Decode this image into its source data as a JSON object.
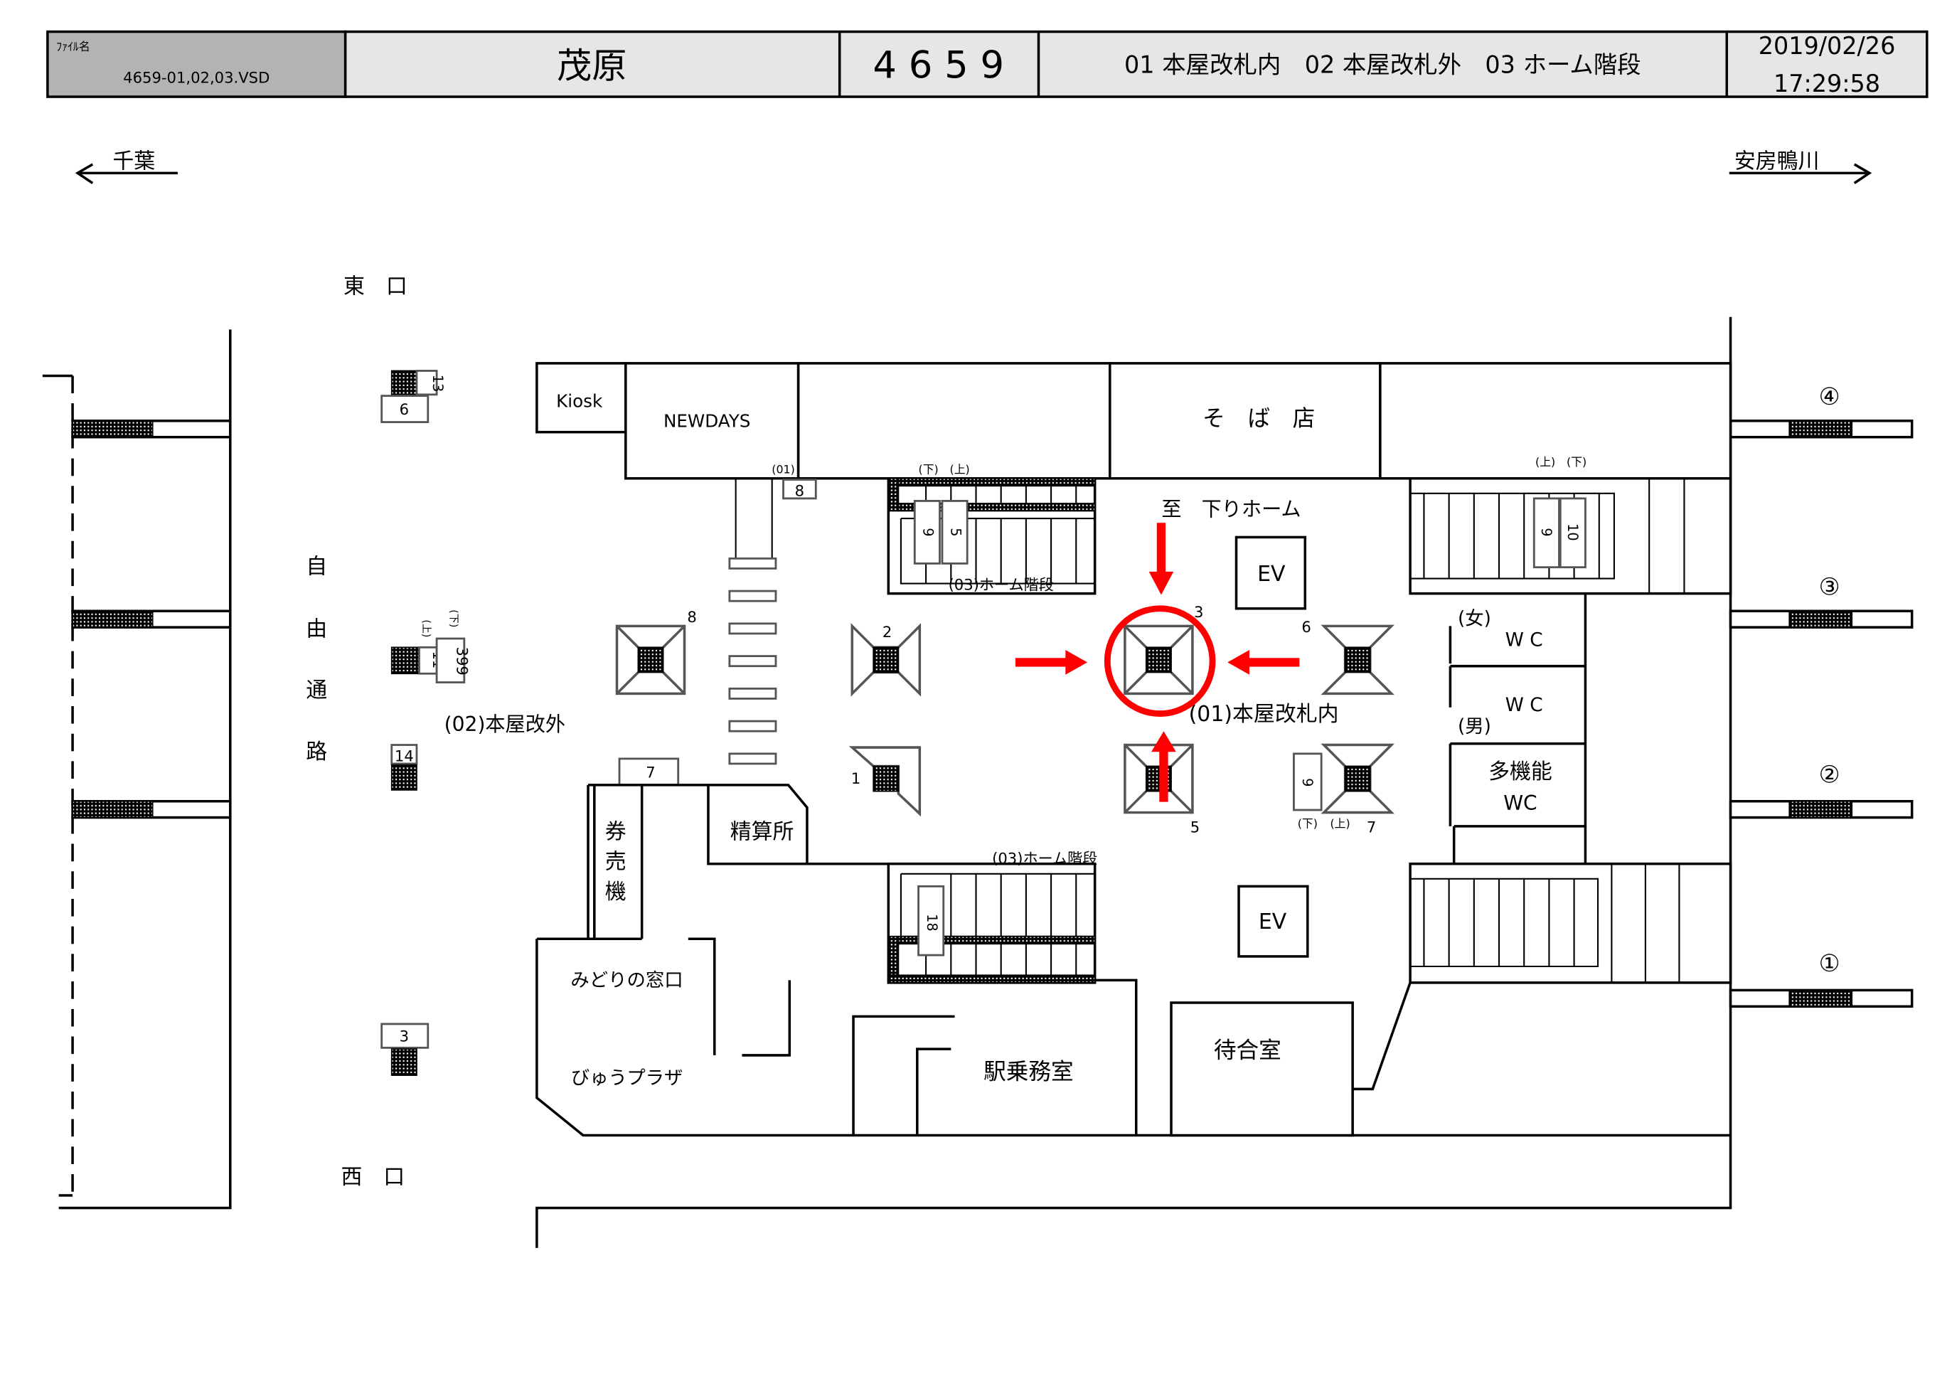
{
  "header": {
    "file_label": "ﾌｧｲﾙ名",
    "file_name": "4659-01,02,03.VSD",
    "station_name": "茂原",
    "station_code": "4 6 5 9",
    "map_titles": "01 本屋改札内　02 本屋改札外　03 ホーム階段",
    "date": "2019/02/26",
    "time": "17:29:58"
  },
  "directions": {
    "left": "千葉",
    "right": "安房鴨川"
  },
  "exits": {
    "east": "東　口",
    "west": "西　口",
    "passage": [
      "自",
      "由",
      "通",
      "路"
    ]
  },
  "rooms": {
    "kiosk": "Kiosk",
    "newdays": "NEWDAYS",
    "soba": "そ　ば　店",
    "ev1": "EV",
    "ev2": "EV",
    "wc_female_tag": "(女)",
    "wc_female": "W C",
    "wc_male_tag": "(男)",
    "wc_male": "W C",
    "multi_wc_1": "多機能",
    "multi_wc_2": "WC",
    "seisanjo": "精算所",
    "ticket_machine": [
      "券",
      "売",
      "機"
    ],
    "midori": "みどりの窓口",
    "view_plaza": "びゅうプラザ",
    "station_office": "駅乗務室",
    "waiting_room": "待合室"
  },
  "areas": {
    "inside_gate": "(01)本屋改札内",
    "outside_gate": "(02)本屋改外",
    "stairs_top": "(03)ホーム階段",
    "stairs_bottom": "(03)ホーム階段",
    "to_down_platform": "至　下りホーム"
  },
  "platforms": [
    "④",
    "③",
    "②",
    "①"
  ],
  "gates": [
    "8",
    "2",
    "1",
    "3",
    "6",
    "5",
    "7"
  ],
  "signs": {
    "s13": "13",
    "s6": "6",
    "s11": "11",
    "s399": "399",
    "s14": "14",
    "s3": "3",
    "s01": "(01)",
    "s8": "8",
    "s7": "7",
    "stair_a1": "9",
    "stair_a2": "5",
    "stair_b1": "9",
    "stair_b2": "10",
    "stair_c1": "18",
    "gate7_sign": "9",
    "up": "(上)",
    "down": "(下)"
  },
  "colors": {
    "highlight": "#ff0000",
    "header_gray": "#b3b3b3",
    "header_light": "#e6e6e6"
  }
}
